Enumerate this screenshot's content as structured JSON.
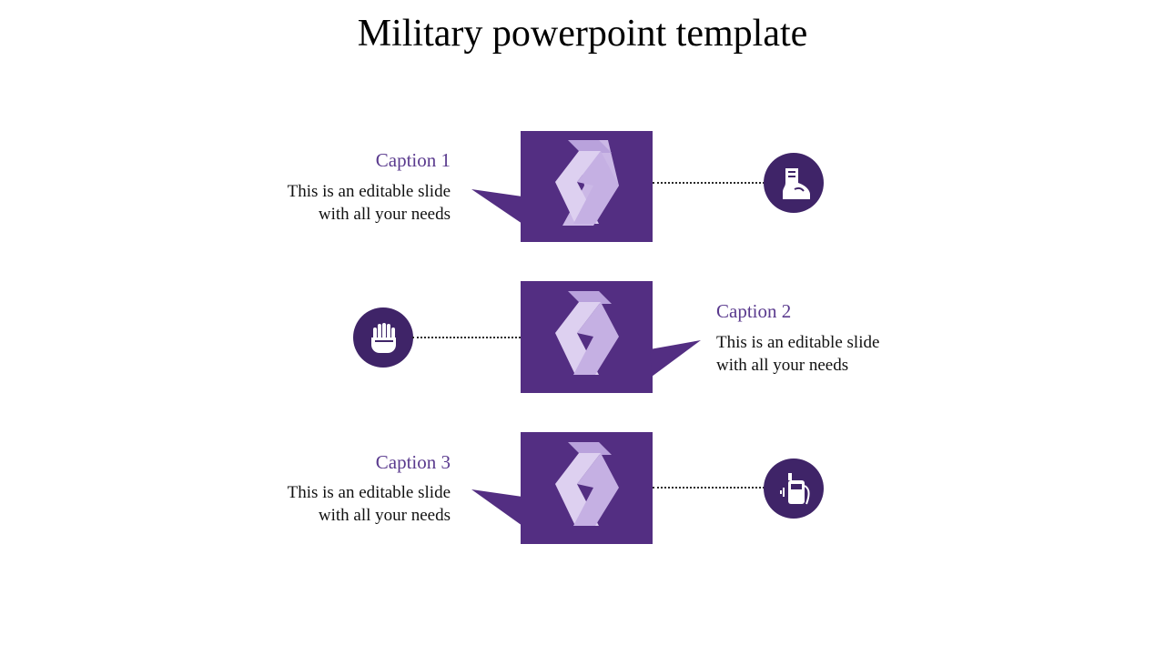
{
  "slide": {
    "title": "Military powerpoint template"
  },
  "items": [
    {
      "caption": "Caption 1",
      "line1": "This is an editable slide",
      "line2": "with all your needs",
      "icon": "boot-icon"
    },
    {
      "caption": "Caption 2",
      "line1": "This is an editable slide",
      "line2": "with all your needs",
      "icon": "glove-icon"
    },
    {
      "caption": "Caption 3",
      "line1": "This is an editable slide",
      "line2": "with all your needs",
      "icon": "radio-icon"
    }
  ],
  "colors": {
    "box": "#532e82",
    "circle": "#3f2468",
    "caption": "#5a3a8e",
    "chevron": "#d9cbed"
  }
}
